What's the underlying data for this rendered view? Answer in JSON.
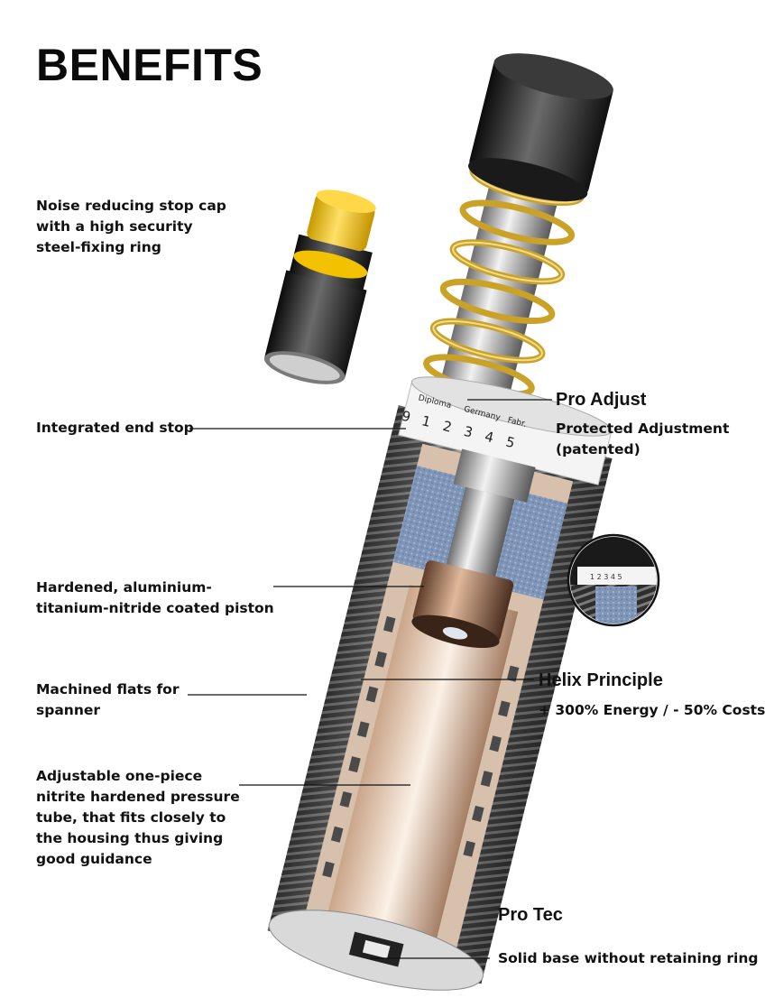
{
  "title": "BENEFITS",
  "labels": {
    "stop_cap": [
      "Noise reducing stop cap",
      "with a high security",
      "steel-fixing ring"
    ],
    "end_stop": [
      "Integrated end stop"
    ],
    "piston": [
      "Hardened, aluminium-",
      "titanium-nitride coated piston"
    ],
    "flats": [
      "Machined flats for",
      "spanner"
    ],
    "pressure_tube": [
      "Adjustable one-piece",
      "nitrite hardened pressure",
      "tube, that fits closely to",
      "the housing thus giving",
      "good guidance"
    ],
    "base": "Solid base without retaining ring"
  },
  "features": {
    "pro_adjust": {
      "heading": "Pro Adjust",
      "sub": [
        "Protected Adjustment",
        "(patented)"
      ]
    },
    "helix": {
      "heading": "Helix Principle",
      "sub": "+ 300% Energy / - 50% Costs"
    },
    "pro_tec": {
      "heading": "Pro Tec"
    }
  },
  "scale": {
    "top_text": [
      "Diploma",
      "Germany",
      "Fabr."
    ],
    "numbers": [
      "9",
      "1",
      "2",
      "3",
      "4",
      "5"
    ],
    "inset_numbers": "1 2 3 4 5"
  },
  "colors": {
    "accent_yellow": "#f2c200",
    "spring_gold": "#c9a227",
    "body_dark": "#2a2a2a",
    "foam_blue": "#7d94b8",
    "copper": "#b08466"
  }
}
